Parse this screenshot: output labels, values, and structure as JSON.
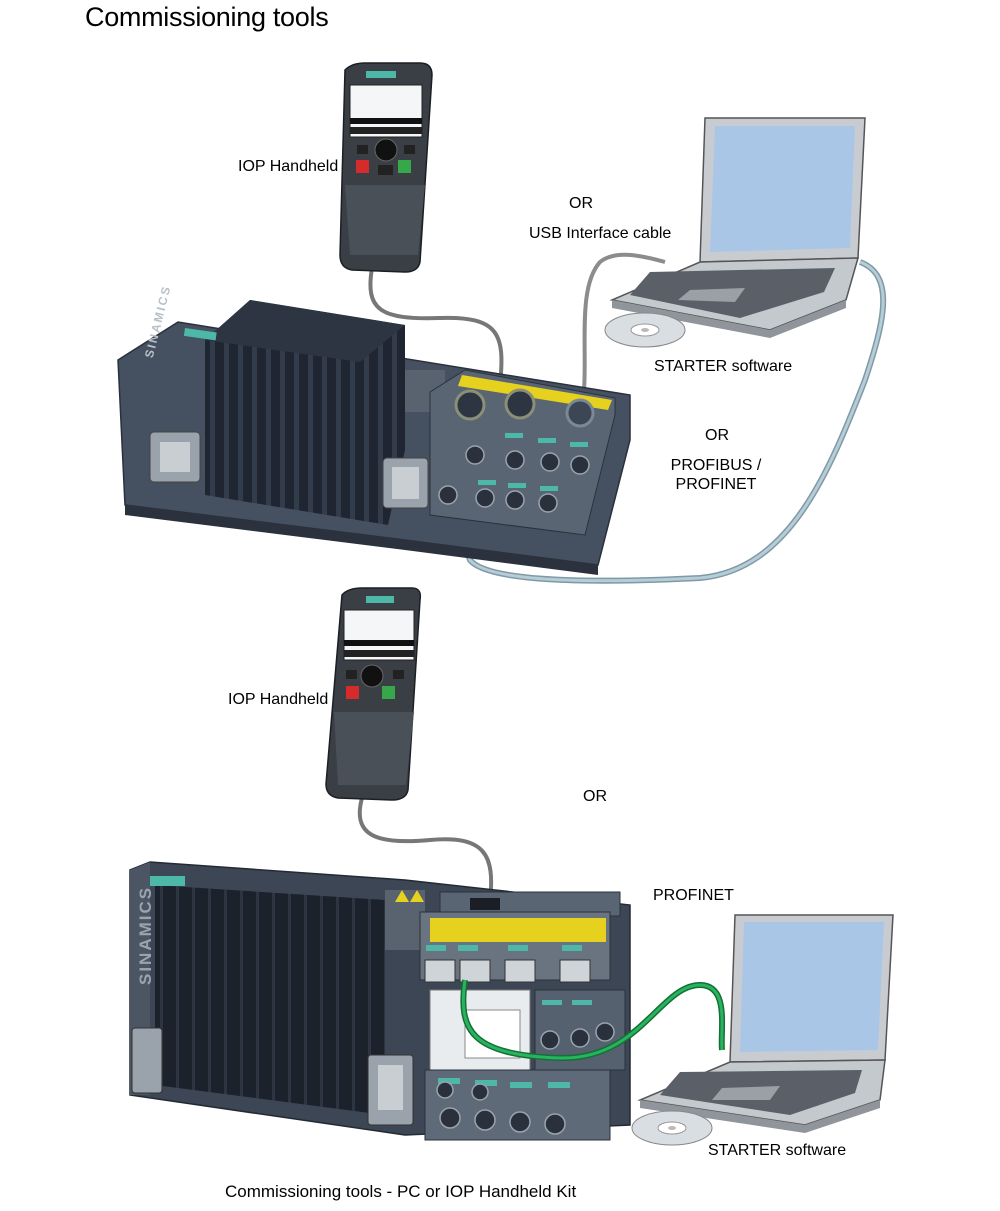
{
  "title": "Commissioning tools",
  "caption": "Commissioning tools - PC or IOP Handheld Kit",
  "top_diagram": {
    "handheld_label": "IOP Handheld",
    "or_label_1": "OR",
    "usb_label": "USB Interface cable",
    "software_label": "STARTER software",
    "or_label_2": "OR",
    "bus_label_line1": "PROFIBUS /",
    "bus_label_line2": "PROFINET",
    "device_brand": "SINAMICS"
  },
  "bottom_diagram": {
    "handheld_label": "IOP Handheld",
    "or_label": "OR",
    "bus_label": "PROFINET",
    "software_label": "STARTER software",
    "device_brand": "SINAMICS"
  },
  "colors": {
    "device_body": "#3d4654",
    "heatsink": "#1f2631",
    "laptop_screen": "#a9c6e6",
    "usb_cable": "#8c8c8c",
    "profibus_cable": "#9bb4c0",
    "profinet_cable": "#1d9a4e",
    "accent_yellow": "#e6d21e"
  }
}
